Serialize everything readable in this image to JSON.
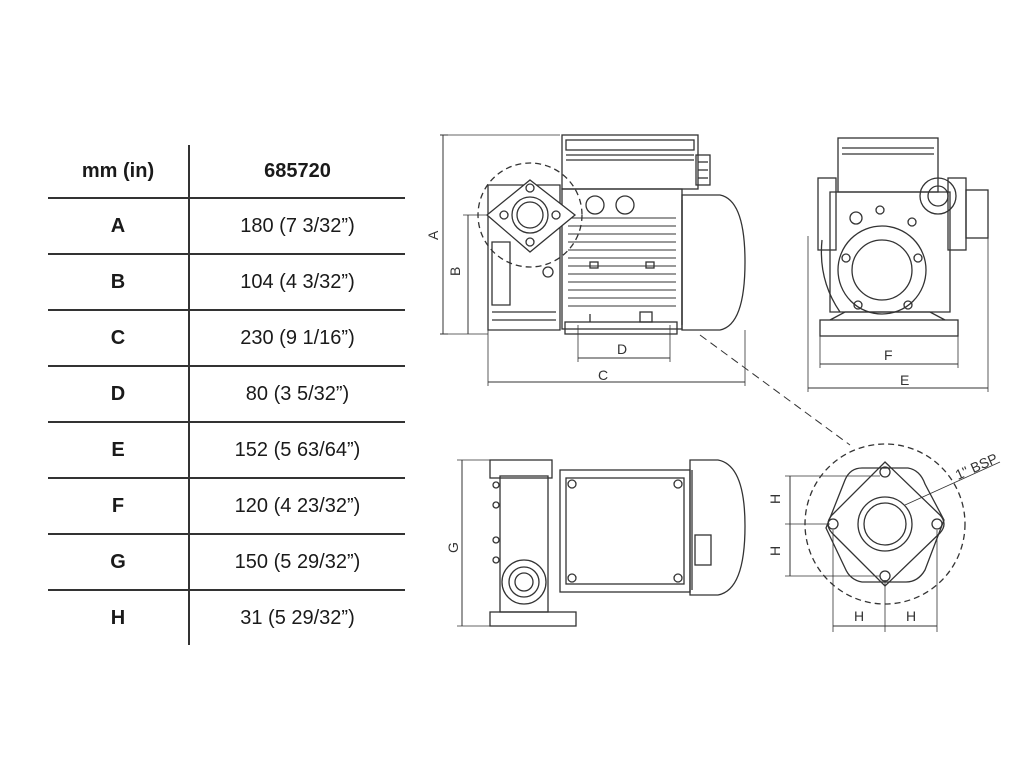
{
  "table": {
    "header": {
      "unit": "mm (in)",
      "model": "685720"
    },
    "rows": [
      {
        "label": "A",
        "value": "180 (7 3/32”)"
      },
      {
        "label": "B",
        "value": "104 (4 3/32”)"
      },
      {
        "label": "C",
        "value": "230 (9 1/16”)"
      },
      {
        "label": "D",
        "value": "80 (3 5/32”)"
      },
      {
        "label": "E",
        "value": "152 (5 63/64”)"
      },
      {
        "label": "F",
        "value": "120 (4 23/32”)"
      },
      {
        "label": "G",
        "value": "150 (5 29/32”)"
      },
      {
        "label": "H",
        "value": "31 (5 29/32”)"
      }
    ]
  },
  "drawing": {
    "labels": {
      "a": "A",
      "b": "B",
      "c": "C",
      "d": "D",
      "e": "E",
      "f": "F",
      "g": "G",
      "h": "H",
      "thread": "1\" BSP"
    },
    "stroke_color": "#333333"
  }
}
